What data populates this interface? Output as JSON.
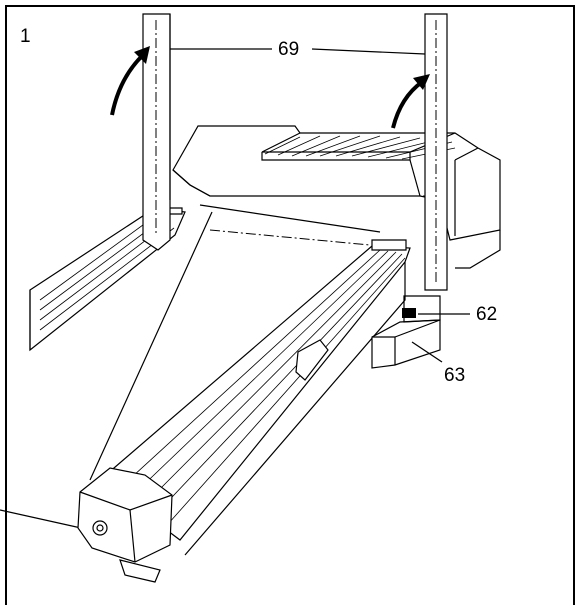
{
  "step_number": "1",
  "callouts": {
    "uprights": "69",
    "hole": "62",
    "base_tube": "63"
  },
  "colors": {
    "line": "#000000",
    "background": "#ffffff"
  },
  "icons": [
    "curved-arrow-icon",
    "curved-arrow-icon"
  ]
}
